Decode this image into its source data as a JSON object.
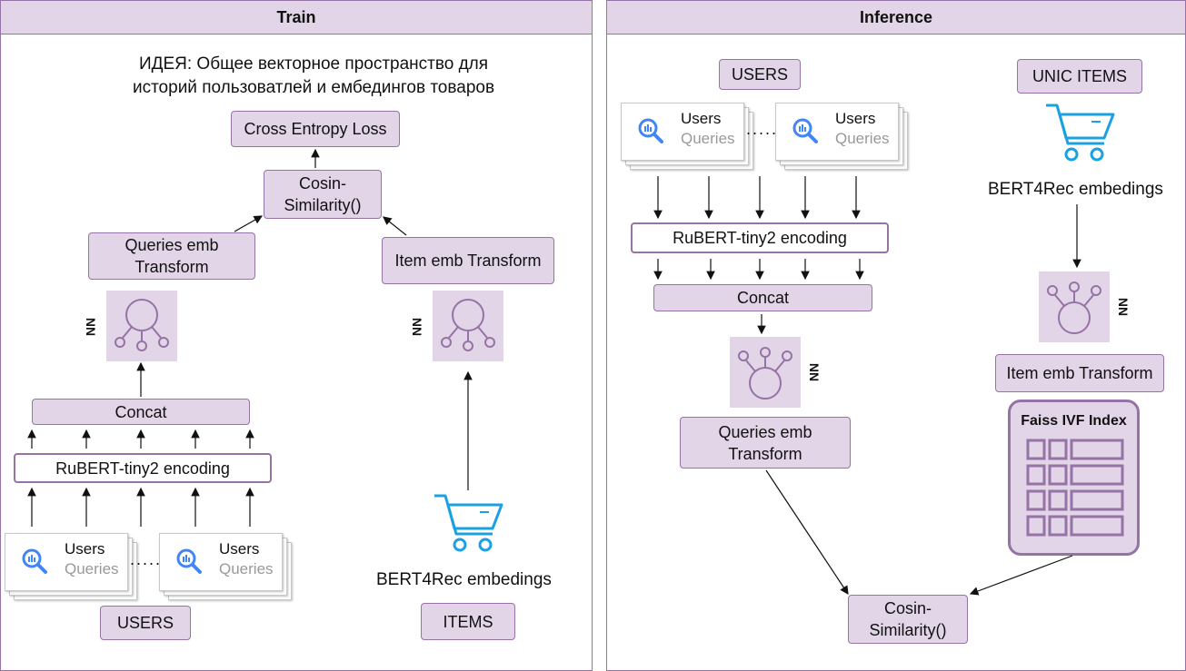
{
  "train": {
    "title": "Train",
    "idea": [
      "ИДЕЯ: Общее векторное пространство для",
      "историй пользоватлей и ембедингов товаров"
    ],
    "loss": "Cross Entropy Loss",
    "cosin": [
      "Cosin-",
      "Similarity()"
    ],
    "queries_transform": [
      "Queries emb",
      "Transform"
    ],
    "item_transform": "Item emb Transform",
    "nn_label": "NN",
    "concat": "Concat",
    "encoder": "RuBERT-tiny2 encoding",
    "card": {
      "line1": "Users",
      "line2": "Queries"
    },
    "dots": ".....",
    "users": "USERS",
    "items": "ITEMS",
    "bert4rec": "BERT4Rec embedings"
  },
  "inference": {
    "title": "Inference",
    "users": "USERS",
    "unic_items": "UNIC ITEMS",
    "card": {
      "line1": "Users",
      "line2": "Queries"
    },
    "dots": ".....",
    "encoder": "RuBERT-tiny2 encoding",
    "concat": "Concat",
    "nn_label": "NN",
    "queries_transform": [
      "Queries emb",
      "Transform"
    ],
    "bert4rec": "BERT4Rec embedings",
    "item_transform": "Item emb Transform",
    "faiss": "Faiss IVF Index",
    "cosin": [
      "Cosin-",
      "Similarity()"
    ]
  },
  "colors": {
    "accent_fill": "#e1d5e7",
    "accent_stroke": "#9673a6",
    "cart": "#1ba1e2",
    "query_icon": "#4285f4"
  },
  "icons": [
    "nn-network-icon",
    "shopping-cart-icon",
    "bigquery-icon",
    "table-grid-icon"
  ]
}
